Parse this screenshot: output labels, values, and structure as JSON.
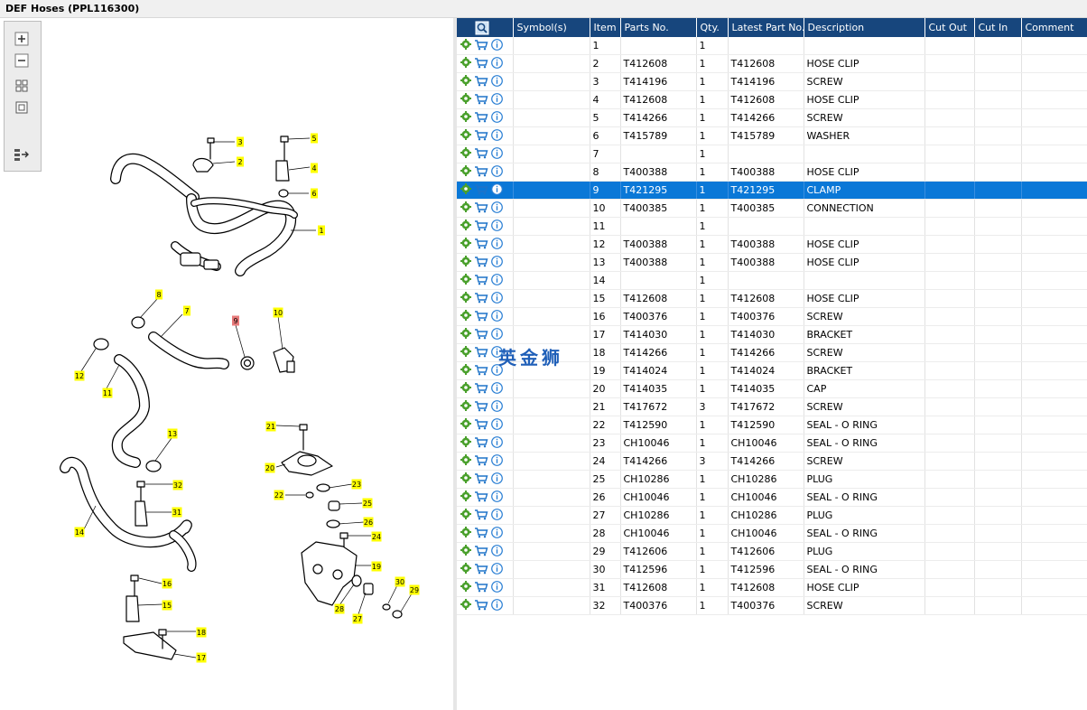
{
  "window": {
    "title": "DEF Hoses (PPL116300)"
  },
  "columns": [
    "Symbol(s)",
    "Item",
    "Parts No.",
    "Qty.",
    "Latest Part No.",
    "Description",
    "Cut Out",
    "Cut In",
    "Comment"
  ],
  "selected_item": "9",
  "watermark": "英金狮",
  "rows": [
    {
      "item": "1",
      "part": "",
      "qty": "1",
      "latest": "",
      "desc": ""
    },
    {
      "item": "2",
      "part": "T412608",
      "qty": "1",
      "latest": "T412608",
      "desc": "HOSE CLIP"
    },
    {
      "item": "3",
      "part": "T414196",
      "qty": "1",
      "latest": "T414196",
      "desc": "SCREW"
    },
    {
      "item": "4",
      "part": "T412608",
      "qty": "1",
      "latest": "T412608",
      "desc": "HOSE CLIP"
    },
    {
      "item": "5",
      "part": "T414266",
      "qty": "1",
      "latest": "T414266",
      "desc": "SCREW"
    },
    {
      "item": "6",
      "part": "T415789",
      "qty": "1",
      "latest": "T415789",
      "desc": "WASHER"
    },
    {
      "item": "7",
      "part": "",
      "qty": "1",
      "latest": "",
      "desc": ""
    },
    {
      "item": "8",
      "part": "T400388",
      "qty": "1",
      "latest": "T400388",
      "desc": "HOSE CLIP"
    },
    {
      "item": "9",
      "part": "T421295",
      "qty": "1",
      "latest": "T421295",
      "desc": "CLAMP"
    },
    {
      "item": "10",
      "part": "T400385",
      "qty": "1",
      "latest": "T400385",
      "desc": "CONNECTION"
    },
    {
      "item": "11",
      "part": "",
      "qty": "1",
      "latest": "",
      "desc": ""
    },
    {
      "item": "12",
      "part": "T400388",
      "qty": "1",
      "latest": "T400388",
      "desc": "HOSE CLIP"
    },
    {
      "item": "13",
      "part": "T400388",
      "qty": "1",
      "latest": "T400388",
      "desc": "HOSE CLIP"
    },
    {
      "item": "14",
      "part": "",
      "qty": "1",
      "latest": "",
      "desc": ""
    },
    {
      "item": "15",
      "part": "T412608",
      "qty": "1",
      "latest": "T412608",
      "desc": "HOSE CLIP"
    },
    {
      "item": "16",
      "part": "T400376",
      "qty": "1",
      "latest": "T400376",
      "desc": "SCREW"
    },
    {
      "item": "17",
      "part": "T414030",
      "qty": "1",
      "latest": "T414030",
      "desc": "BRACKET"
    },
    {
      "item": "18",
      "part": "T414266",
      "qty": "1",
      "latest": "T414266",
      "desc": "SCREW"
    },
    {
      "item": "19",
      "part": "T414024",
      "qty": "1",
      "latest": "T414024",
      "desc": "BRACKET"
    },
    {
      "item": "20",
      "part": "T414035",
      "qty": "1",
      "latest": "T414035",
      "desc": "CAP"
    },
    {
      "item": "21",
      "part": "T417672",
      "qty": "3",
      "latest": "T417672",
      "desc": "SCREW"
    },
    {
      "item": "22",
      "part": "T412590",
      "qty": "1",
      "latest": "T412590",
      "desc": "SEAL - O RING"
    },
    {
      "item": "23",
      "part": "CH10046",
      "qty": "1",
      "latest": "CH10046",
      "desc": "SEAL - O RING"
    },
    {
      "item": "24",
      "part": "T414266",
      "qty": "3",
      "latest": "T414266",
      "desc": "SCREW"
    },
    {
      "item": "25",
      "part": "CH10286",
      "qty": "1",
      "latest": "CH10286",
      "desc": "PLUG"
    },
    {
      "item": "26",
      "part": "CH10046",
      "qty": "1",
      "latest": "CH10046",
      "desc": "SEAL - O RING"
    },
    {
      "item": "27",
      "part": "CH10286",
      "qty": "1",
      "latest": "CH10286",
      "desc": "PLUG"
    },
    {
      "item": "28",
      "part": "CH10046",
      "qty": "1",
      "latest": "CH10046",
      "desc": "SEAL - O RING"
    },
    {
      "item": "29",
      "part": "T412606",
      "qty": "1",
      "latest": "T412606",
      "desc": "PLUG"
    },
    {
      "item": "30",
      "part": "T412596",
      "qty": "1",
      "latest": "T412596",
      "desc": "SEAL - O RING"
    },
    {
      "item": "31",
      "part": "T412608",
      "qty": "1",
      "latest": "T412608",
      "desc": "HOSE CLIP"
    },
    {
      "item": "32",
      "part": "T400376",
      "qty": "1",
      "latest": "T400376",
      "desc": "SCREW"
    }
  ],
  "callouts": [
    "1",
    "2",
    "3",
    "4",
    "5",
    "6",
    "7",
    "8",
    "9",
    "10",
    "11",
    "12",
    "13",
    "14",
    "15",
    "16",
    "17",
    "18",
    "19",
    "20",
    "21",
    "22",
    "23",
    "24",
    "25",
    "26",
    "27",
    "28",
    "29",
    "30",
    "31",
    "32"
  ],
  "colors": {
    "header_bg": "#17467d",
    "selected_row": "#0a78d7",
    "callout_bg": "#ffff00",
    "callout_selected": "#e87a7a",
    "gear": "#4aa02c",
    "cart": "#1e73c8",
    "info": "#2a7fd4"
  },
  "icons": {
    "row_icons": [
      "gear-icon",
      "cart-icon",
      "info-icon"
    ],
    "header_icon": "search-icon",
    "toolbox": [
      "zoom-in-icon",
      "zoom-out-icon",
      "fit-all-icon",
      "actual-size-icon",
      "list-toggle-icon"
    ]
  }
}
